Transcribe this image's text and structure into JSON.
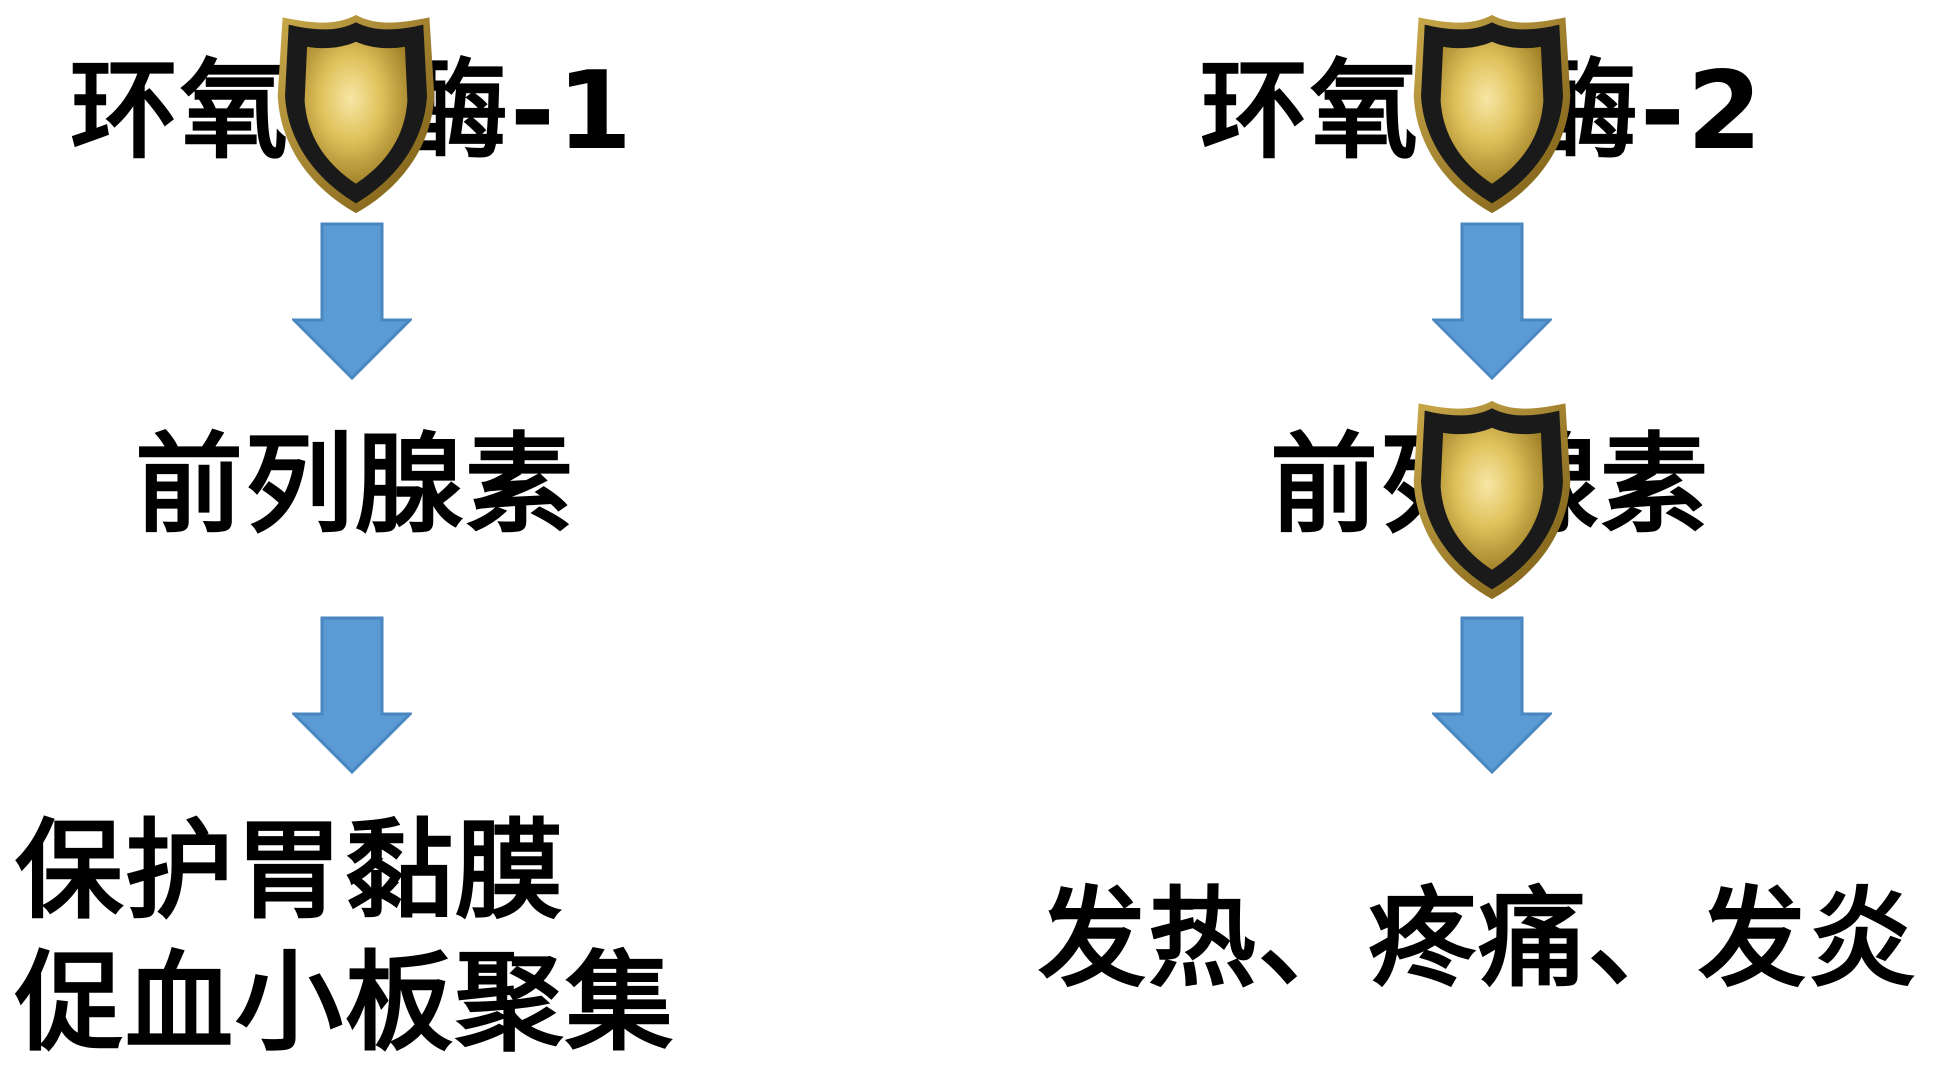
{
  "left_column": {
    "enzyme": "环氧合酶-1",
    "product": "前列腺素",
    "effects": [
      "保护胃黏膜",
      "促血小板聚集"
    ]
  },
  "right_column": {
    "enzyme": "环氧合酶-2",
    "product": "前列腺素",
    "effects": [
      "发热、疼痛、发炎"
    ]
  },
  "colors": {
    "arrow_fill": "#5B9BD5",
    "arrow_stroke": "#4A86BF",
    "shield_gold": "#D4B24A",
    "shield_rim": "#1A1A1A",
    "text": "#000000"
  },
  "icons": {
    "shield": "shield-icon",
    "arrow": "arrow-down-icon"
  }
}
